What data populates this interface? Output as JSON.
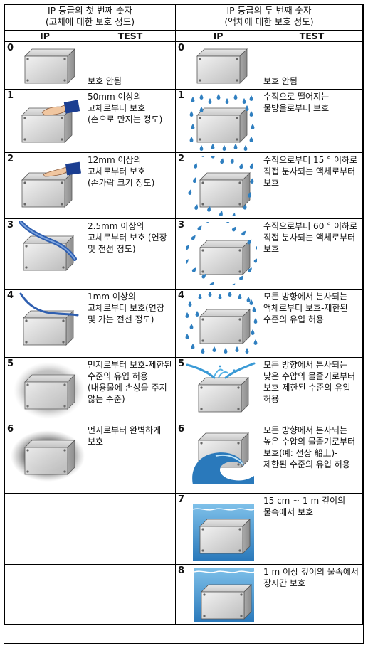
{
  "header": {
    "first_digit_title": "IP 등급의 첫 번째 숫자",
    "first_digit_sub": "(고체에 대한 보호 정도)",
    "second_digit_title": "IP 등급의 두 번째 숫자",
    "second_digit_sub": "(액체에 대한 보호 정도)",
    "col_ip": "IP",
    "col_test": "TEST"
  },
  "solid_rows": [
    {
      "level": "0",
      "desc": "보호 안됨",
      "icon": "enclosure-box-icon"
    },
    {
      "level": "1",
      "desc": "50mm 이상의 고체로부터 보호 (손으로 만지는 정도)",
      "icon": "hand-touch-icon"
    },
    {
      "level": "2",
      "desc": "12mm 이상의 고체로부터 보호 (손가락 크기 정도)",
      "icon": "finger-touch-icon"
    },
    {
      "level": "3",
      "desc": "2.5mm 이상의 고체로부터 보호 (연장 및 전선 정도)",
      "icon": "tool-wire-icon"
    },
    {
      "level": "4",
      "desc": "1mm 이상의 고체로부터 보호(연장 및 가는 전선 정도)",
      "icon": "thin-wire-icon"
    },
    {
      "level": "5",
      "desc": "먼지로부터 보호-제한된 수준의 유입 허용 (내용물에 손상을 주지 않는 수준)",
      "icon": "dust-cloud-icon"
    },
    {
      "level": "6",
      "desc": "먼지로부터 완벽하게 보호",
      "icon": "dense-dust-icon"
    }
  ],
  "liquid_rows": [
    {
      "level": "0",
      "desc": "보호 안됨",
      "icon": "enclosure-box-icon"
    },
    {
      "level": "1",
      "desc": "수직으로 떨어지는 물방울로부터 보호",
      "icon": "vertical-drops-icon"
    },
    {
      "level": "2",
      "desc": "수직으로부터 15 ° 이하로 직접 분사되는 액체로부터 보호",
      "icon": "angled-drops-icon"
    },
    {
      "level": "3",
      "desc": "수직으로부터 60 ° 이하로 직접 분사되는 액체로부터 보호",
      "icon": "spray-drops-icon"
    },
    {
      "level": "4",
      "desc": "모든 방향에서 분사되는 액체로부터 보호-제한된 수준의 유입 허용",
      "icon": "splash-drops-icon"
    },
    {
      "level": "5",
      "desc": "모든 방향에서 분사되는 낮은 수압의 물줄기로부터 보호-제한된 수준의 유입 허용",
      "icon": "water-jet-icon"
    },
    {
      "level": "6",
      "desc": "모든 방향에서 분사되는 높은 수압의 물줄기로부터 보호(예: 선상 船上)-제한된 수준의 유입 허용",
      "icon": "wave-icon"
    },
    {
      "level": "7",
      "desc": "15 cm ~ 1 m 깊이의 물속에서 보호",
      "icon": "immersion-icon"
    },
    {
      "level": "8",
      "desc": "1 m 이상 깊이의 물속에서 장시간 보호",
      "icon": "submersion-icon"
    }
  ],
  "colors": {
    "border": "#000000",
    "water": "#2f7fc0",
    "box": "#b9b9b9",
    "sleeve": "#1b3e91",
    "skin": "#f0c6a0",
    "dust": "#8a8a8a"
  }
}
